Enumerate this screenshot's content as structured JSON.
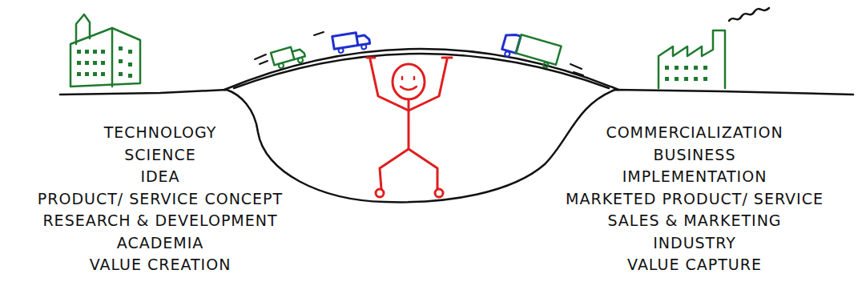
{
  "diagram": {
    "labels": [
      "TECHNOLOGY",
      "SCIENCE",
      "IDEA",
      "PRODUCT/ SERVICE CONCEPT",
      "RESEARCH & DEVELOPMENT",
      "ACADEMIA",
      "VALUE CREATION",
      "COMMERCIALIZATION",
      "BUSINESS",
      "IMPLEMENTATION",
      "MARKETED PRODUCT/ SERVICE",
      "SALES & MARKETING",
      "INDUSTRY",
      "VALUE CAPTURE"
    ]
  }
}
